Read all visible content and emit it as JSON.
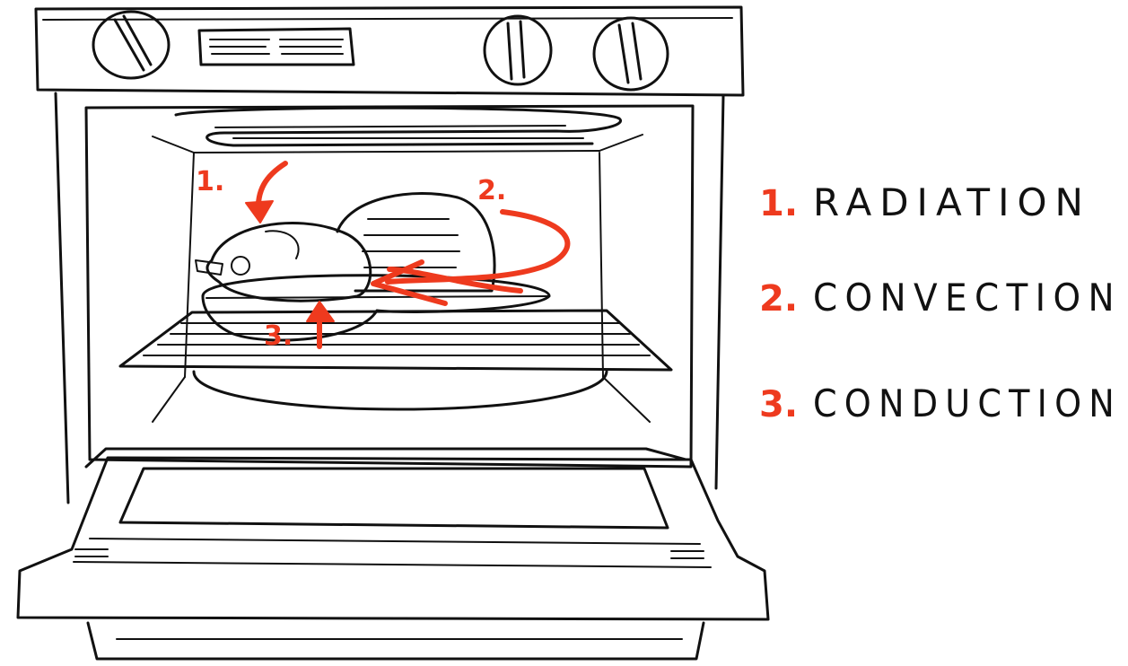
{
  "diagram": {
    "accent_color": "#ee3a1e",
    "ink_color": "#111111",
    "markers": {
      "radiation": "1.",
      "convection": "2.",
      "conduction": "3."
    },
    "legend": [
      {
        "num": "1.",
        "label": "RADIATION"
      },
      {
        "num": "2.",
        "label": "CONVECTION"
      },
      {
        "num": "3.",
        "label": "CONDUCTION"
      }
    ]
  }
}
